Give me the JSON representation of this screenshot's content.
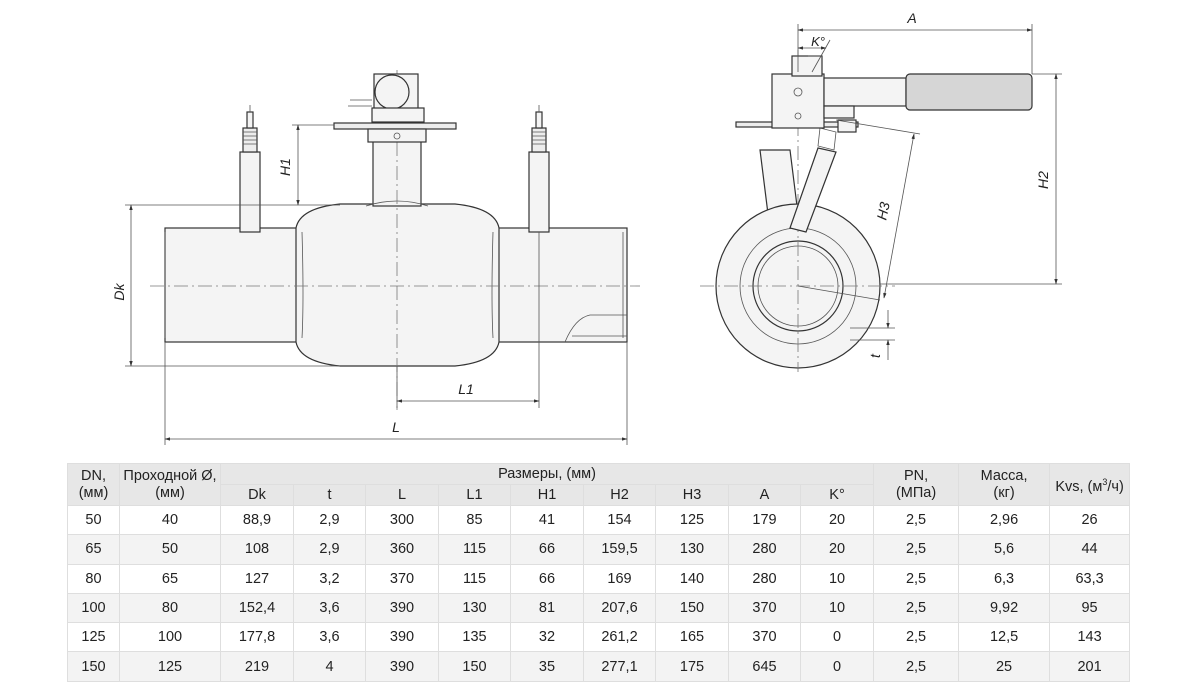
{
  "drawing": {
    "labels": {
      "dk": "Dk",
      "h1": "H1",
      "l1": "L1",
      "l": "L",
      "a": "A",
      "k": "K°",
      "h2": "H2",
      "h3": "H3",
      "t": "t"
    }
  },
  "table": {
    "headers": {
      "dn": "DN,",
      "dn_unit": "(мм)",
      "bore": "Проходной Ø,",
      "bore_unit": "(мм)",
      "dims_group": "Размеры, (мм)",
      "dims": [
        "Dk",
        "t",
        "L",
        "L1",
        "H1",
        "H2",
        "H3",
        "A",
        "K°"
      ],
      "pn": "PN,",
      "pn_unit": "(МПа)",
      "mass": "Масса,",
      "mass_unit": "(кг)",
      "kvs": "Kvs, (м",
      "kvs_sup": "3",
      "kvs_tail": "/ч)"
    },
    "rows": [
      [
        "50",
        "40",
        "88,9",
        "2,9",
        "300",
        "85",
        "41",
        "154",
        "125",
        "179",
        "20",
        "2,5",
        "2,96",
        "26"
      ],
      [
        "65",
        "50",
        "108",
        "2,9",
        "360",
        "115",
        "66",
        "159,5",
        "130",
        "280",
        "20",
        "2,5",
        "5,6",
        "44"
      ],
      [
        "80",
        "65",
        "127",
        "3,2",
        "370",
        "115",
        "66",
        "169",
        "140",
        "280",
        "10",
        "2,5",
        "6,3",
        "63,3"
      ],
      [
        "100",
        "80",
        "152,4",
        "3,6",
        "390",
        "130",
        "81",
        "207,6",
        "150",
        "370",
        "10",
        "2,5",
        "9,92",
        "95"
      ],
      [
        "125",
        "100",
        "177,8",
        "3,6",
        "390",
        "135",
        "32",
        "261,2",
        "165",
        "370",
        "0",
        "2,5",
        "12,5",
        "143"
      ],
      [
        "150",
        "125",
        "219",
        "4",
        "390",
        "150",
        "35",
        "277,1",
        "175",
        "645",
        "0",
        "2,5",
        "25",
        "201"
      ]
    ]
  }
}
